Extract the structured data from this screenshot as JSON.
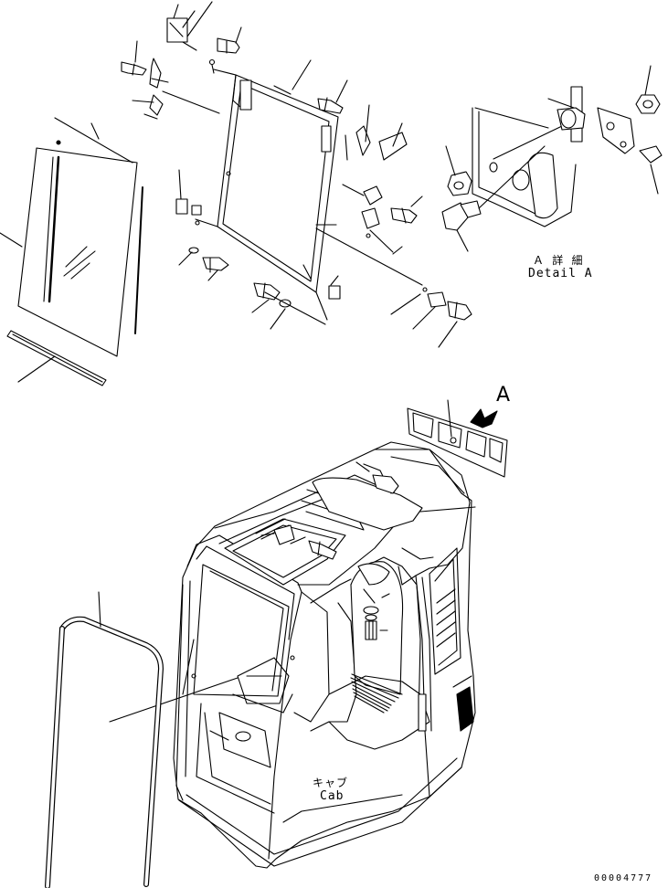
{
  "diagram": {
    "detail_label_ja": "Ａ 詳 細",
    "detail_label_en": "Detail A",
    "callout_letter": "A",
    "cab_label_ja": "キャブ",
    "cab_label_en": "Cab",
    "document_number": "00004777"
  },
  "colors": {
    "line": "#000000",
    "background": "#ffffff"
  }
}
